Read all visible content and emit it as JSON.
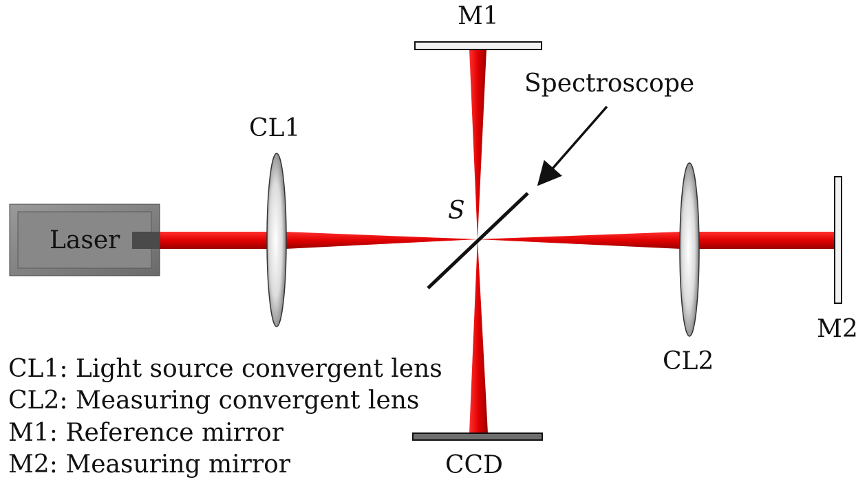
{
  "components": {
    "laser": {
      "label": "Laser"
    },
    "lens_1": {
      "label": "CL1"
    },
    "lens_2": {
      "label": "CL2"
    },
    "mirror_1": {
      "label": "M1"
    },
    "mirror_2": {
      "label": "M2"
    },
    "detector": {
      "label": "CCD"
    },
    "splitter": {
      "label": "Spectroscope",
      "point_label": "S"
    }
  },
  "legend": [
    "CL1: Light source convergent lens",
    "CL2: Measuring convergent lens",
    "M1: Reference mirror",
    "M2: Measuring mirror"
  ],
  "colors": {
    "beam": "#e00000",
    "beam_dark": "#8a0000",
    "laser_body": "#7a7a7a",
    "detector": "#6e6e6e",
    "mirror_fill": "#f2f2f2",
    "outline": "#111111"
  }
}
